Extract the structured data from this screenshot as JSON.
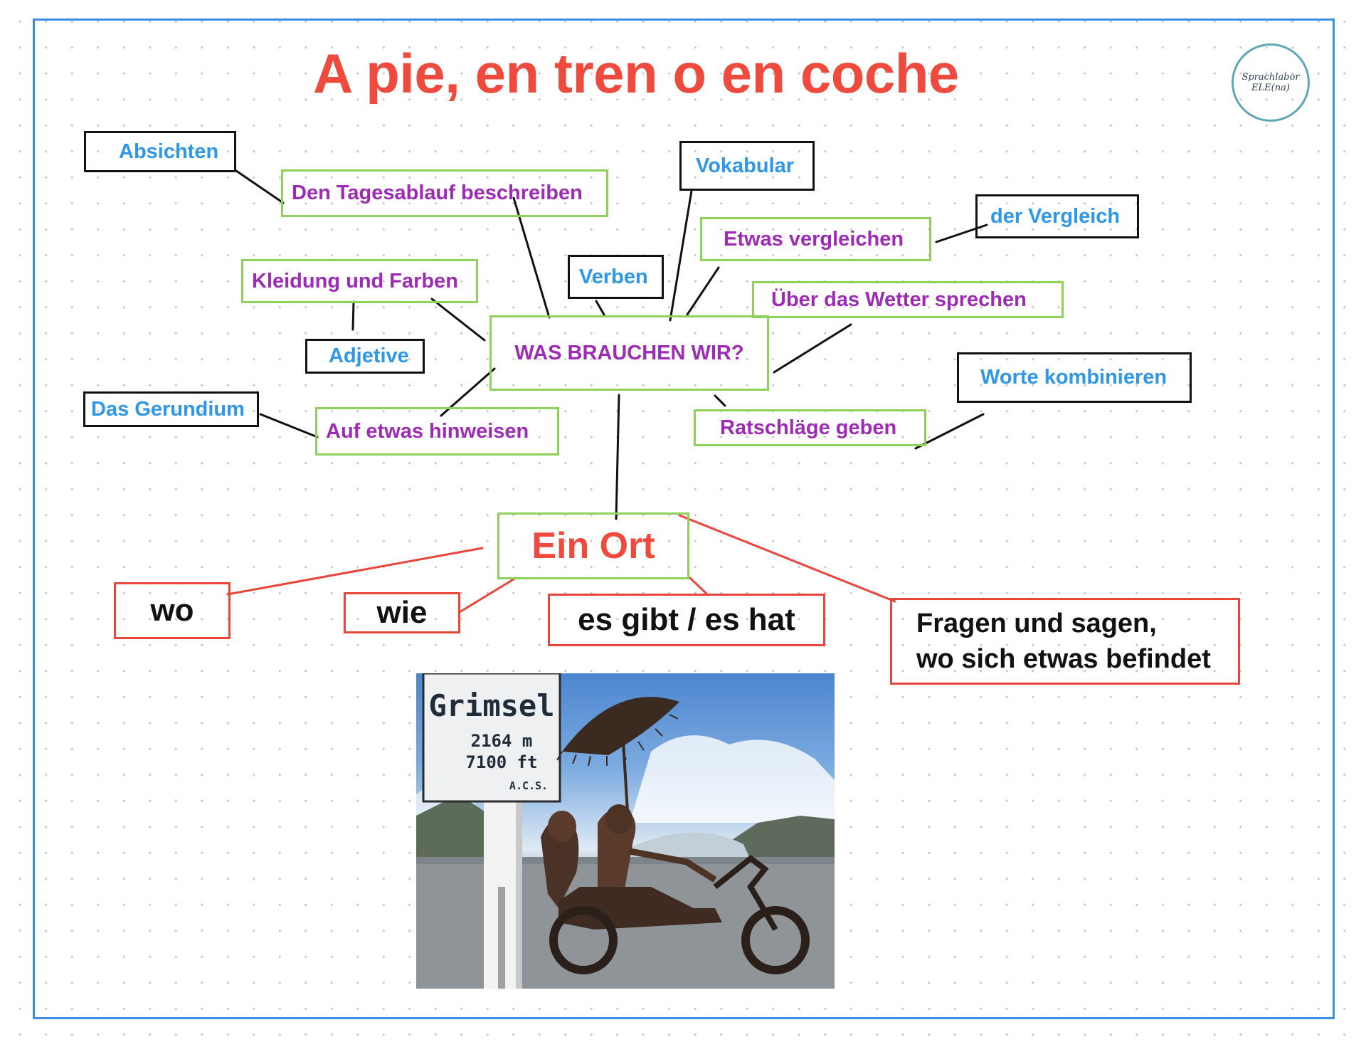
{
  "title": "A pie, en tren o en coche",
  "logo": {
    "line1": "Sprachlabor",
    "line2": "ELE(na)"
  },
  "center_node": "WAS BRAUCHEN WIR?",
  "category_nodes": {
    "absichten": "Absichten",
    "vokabular": "Vokabular",
    "der_vergleich": "der Vergleich",
    "verben": "Verben",
    "adjetive": "Adjetive",
    "das_gerundium": "Das Gerundium",
    "worte_kombinieren": "Worte kombinieren"
  },
  "topic_nodes": {
    "tagesablauf": "Den Tagesablauf beschreiben",
    "vergleichen": "Etwas vergleichen",
    "kleidung": "Kleidung und Farben",
    "wetter": "Über das Wetter sprechen",
    "hinweisen": "Auf etwas hinweisen",
    "ratschlaege": "Ratschläge geben"
  },
  "place_node": "Ein Ort",
  "place_children": {
    "wo": "wo",
    "wie": "wie",
    "es_gibt": "es gibt / es hat",
    "fragen_line1": "Fragen und sagen,",
    "fragen_line2": "wo sich etwas befindet"
  },
  "photo": {
    "sign_name": "Grimsel",
    "sign_meters": "2164 m",
    "sign_feet": "7100 ft",
    "sign_org": "A.C.S."
  },
  "colors": {
    "frame": "#3d8ee6",
    "title": "#ef4a3e",
    "category_text": "#2f97e8",
    "topic_text": "#9d2bb5",
    "topic_border": "#8fd15b",
    "place_border": "#e8463b"
  }
}
